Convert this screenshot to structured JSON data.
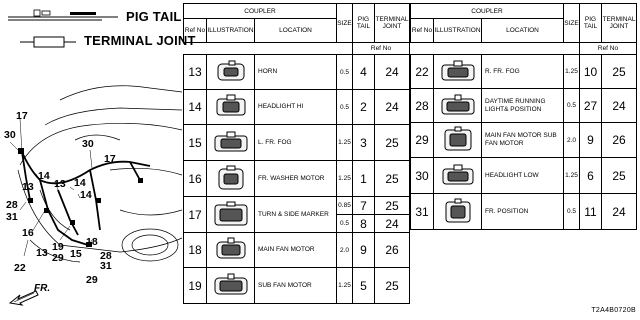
{
  "legend": {
    "pig_tail": "PIG TAIL",
    "terminal_joint": "TERMINAL JOINT"
  },
  "headers": {
    "coupler": "COUPLER",
    "ref_no": "Ref No",
    "illustration": "ILLUSTRATION",
    "location": "LOCATION",
    "size": "SIZE",
    "pig_tail": "PIG TAIL",
    "terminal_joint": "TERMINAL JOINT",
    "ref_no_sub": "Ref No"
  },
  "left_table": [
    {
      "ref": "13",
      "location": "HORN",
      "size": "0.5",
      "pig": "4",
      "joint": "24"
    },
    {
      "ref": "14",
      "location": "HEADLIGHT HI",
      "size": "0.5",
      "pig": "2",
      "joint": "24"
    },
    {
      "ref": "15",
      "location": "L. FR. FOG",
      "size": "1.25",
      "pig": "3",
      "joint": "25"
    },
    {
      "ref": "16",
      "location": "FR. WASHER MOTOR",
      "size": "1.25",
      "pig": "1",
      "joint": "25"
    },
    {
      "ref": "17",
      "location": "TURN & SIDE MARKER",
      "size": "0.85",
      "pig": "7",
      "joint": "25",
      "size2": "0.5",
      "pig2": "8",
      "joint2": "24"
    },
    {
      "ref": "18",
      "location": "MAIN FAN MOTOR",
      "size": "2.0",
      "pig": "9",
      "joint": "26"
    },
    {
      "ref": "19",
      "location": "SUB FAN MOTOR",
      "size": "1.25",
      "pig": "5",
      "joint": "25"
    }
  ],
  "right_table": [
    {
      "ref": "22",
      "location": "R. FR. FOG",
      "size": "1.25",
      "pig": "10",
      "joint": "25"
    },
    {
      "ref": "28",
      "location": "DAYTIME RUNNING LIGHT& POSITION",
      "size": "0.5",
      "pig": "27",
      "joint": "24"
    },
    {
      "ref": "29",
      "location": "MAIN FAN MOTOR SUB FAN MOTOR",
      "size": "2.0",
      "pig": "9",
      "joint": "26"
    },
    {
      "ref": "30",
      "location": "HEADLIGHT LOW",
      "size": "1.25",
      "pig": "6",
      "joint": "25"
    },
    {
      "ref": "31",
      "location": "FR. POSITION",
      "size": "0.5",
      "pig": "11",
      "joint": "24"
    }
  ],
  "callouts": [
    "17",
    "30",
    "30",
    "17",
    "14",
    "14",
    "13",
    "13",
    "14",
    "28",
    "31",
    "16",
    "19",
    "29",
    "15",
    "22",
    "13",
    "18",
    "28",
    "31",
    "29"
  ],
  "direction": "FR.",
  "part_number": "T2A4B0720B"
}
